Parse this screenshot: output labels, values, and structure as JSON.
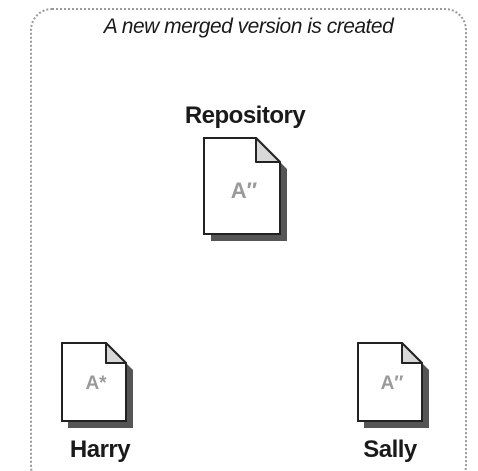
{
  "caption": "A new merged version is created",
  "repository": {
    "label": "Repository",
    "file_label": "A″"
  },
  "harry": {
    "label": "Harry",
    "file_label": "A*"
  },
  "sally": {
    "label": "Sally",
    "file_label": "A″"
  }
}
